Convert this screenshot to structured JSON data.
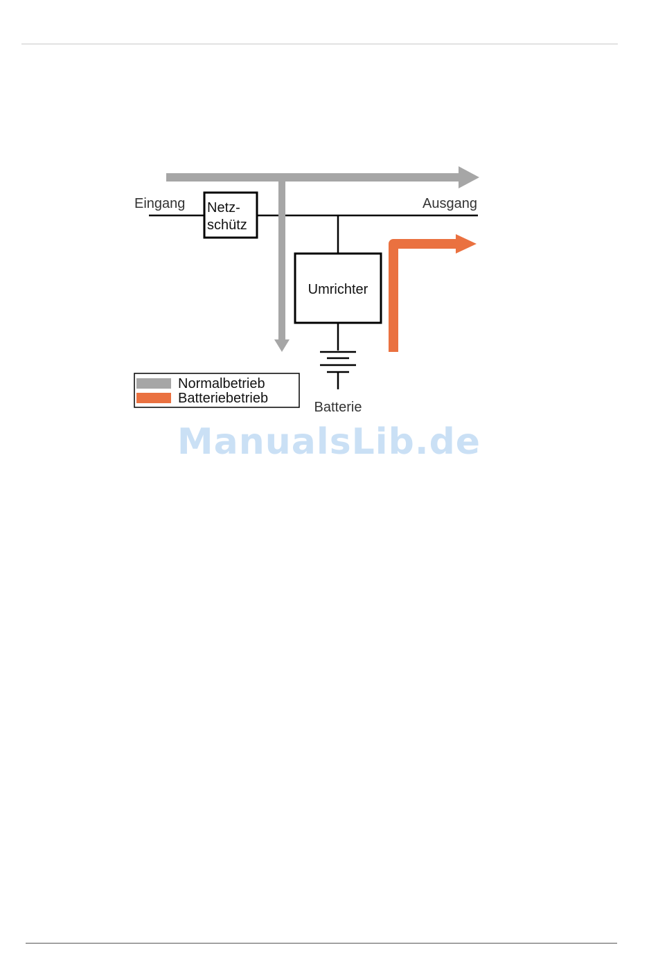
{
  "diagram": {
    "labels": {
      "input": "Eingang",
      "output": "Ausgang",
      "contactor_line1": "Netz-",
      "contactor_line2": "schütz",
      "inverter": "Umrichter",
      "battery": "Batterie"
    },
    "legend": {
      "items": [
        {
          "label": "Normalbetrieb",
          "color": "#a6a6a6"
        },
        {
          "label": "Batteriebetrieb",
          "color": "#ea7140"
        }
      ]
    },
    "colors": {
      "normal_flow": "#a6a6a6",
      "battery_flow": "#ea7140",
      "lines": "#000000"
    }
  },
  "watermark": "ManualsLib.de"
}
